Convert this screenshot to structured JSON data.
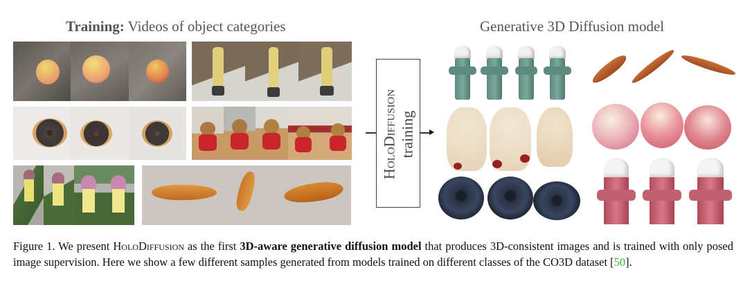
{
  "figure": {
    "left_header": {
      "bold": "Training:",
      "rest": " Videos of object categories"
    },
    "right_header": "Generative 3D Diffusion model",
    "box_label": {
      "line1_prefix": "H",
      "line1_sc": "olo",
      "line1_mid": "D",
      "line1_sc2": "iffusion",
      "line2": "training"
    },
    "training_panels": [
      {
        "name": "apple-video",
        "frames": 3
      },
      {
        "name": "yellow-hydrant-video",
        "frames": 3
      },
      {
        "name": "donut-video",
        "frames": 3
      },
      {
        "name": "teddybear-video",
        "frames": 5
      },
      {
        "name": "pink-yellow-hydrant-video",
        "frames": 4
      },
      {
        "name": "carrot-video",
        "frames": 3
      }
    ],
    "generated_samples": [
      {
        "name": "green-hydrant-samples",
        "count": 4
      },
      {
        "name": "carrot-samples",
        "count": 3
      },
      {
        "name": "teddybear-samples",
        "count": 3
      },
      {
        "name": "apple-samples",
        "count": 3
      },
      {
        "name": "donut-samples",
        "count": 3
      },
      {
        "name": "red-hydrant-samples",
        "count": 3
      }
    ]
  },
  "caption": {
    "label": "Figure 1.",
    "t1": " We present ",
    "name_H": "H",
    "name_olo": "olo",
    "name_D": "D",
    "name_iffusion": "iffusion",
    "t2": " as the first ",
    "bold": "3D-aware generative diffusion model",
    "t3": " that produces 3D-consistent images and is trained with only posed image supervision. Here we show a few different samples generated from models trained on different classes of the CO3D dataset [",
    "cite": "50",
    "t4": "]."
  },
  "colors": {
    "citation": "#2db82d",
    "header_text": "#555555"
  }
}
